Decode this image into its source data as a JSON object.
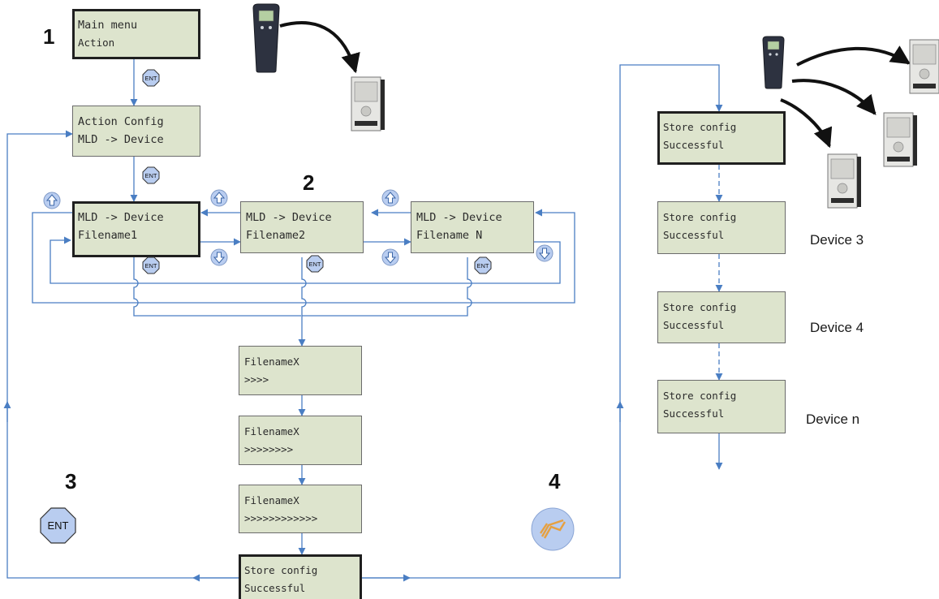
{
  "steps": {
    "s1": "1",
    "s2": "2",
    "s3": "3",
    "s4": "4"
  },
  "buttons": {
    "ent": "ENT"
  },
  "icons": {
    "up": "up-arrow-icon",
    "down": "down-arrow-icon",
    "keypad": "keypad-device-icon",
    "drive": "drive-unit-icon",
    "pc": "pc-link-icon"
  },
  "colors": {
    "lcd_bg": "#dde4cd",
    "wire": "#4a7ec3",
    "icon_bg": "#b9cdf0"
  },
  "screens": {
    "main_menu": {
      "line1": "Main menu",
      "line2": "Action"
    },
    "action_config": {
      "line1": "Action Config",
      "line2": "MLD -> Device"
    },
    "file1": {
      "line1": "MLD -> Device",
      "line2": "Filename1"
    },
    "file2": {
      "line1": "MLD -> Device",
      "line2": "Filename2"
    },
    "fileN": {
      "line1": "MLD -> Device",
      "line2": "Filename N"
    },
    "prog1": {
      "line1": "FilenameX",
      "line2": ">>>>"
    },
    "prog2": {
      "line1": "FilenameX",
      "line2": ">>>>>>>>"
    },
    "prog3": {
      "line1": "FilenameX",
      "line2": ">>>>>>>>>>>>"
    },
    "store_bottom": {
      "line1": "Store config",
      "line2": "Successful"
    },
    "store_r1": {
      "line1": "Store config",
      "line2": "Successful"
    },
    "store_r2": {
      "line1": "Store config",
      "line2": "Successful"
    },
    "store_r3": {
      "line1": "Store config",
      "line2": "Successful"
    },
    "store_r4": {
      "line1": "Store config",
      "line2": "Successful"
    }
  },
  "devices": {
    "d3": "Device 3",
    "d4": "Device 4",
    "dn": "Device n"
  }
}
